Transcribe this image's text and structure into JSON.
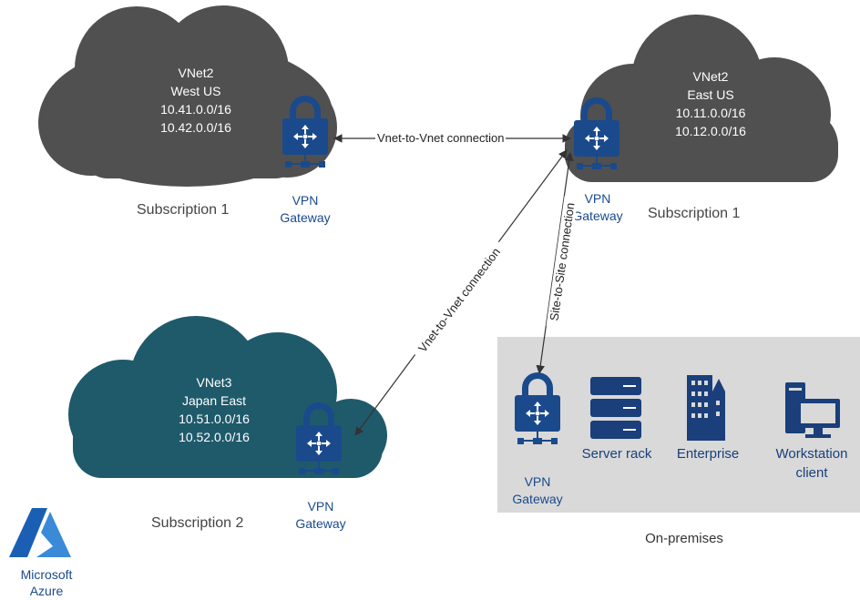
{
  "vnet_west": {
    "name": "VNet2",
    "region": "West US",
    "cidr1": "10.41.0.0/16",
    "cidr2": "10.42.0.0/16",
    "subscription": "Subscription 1"
  },
  "vnet_east": {
    "name": "VNet2",
    "region": "East US",
    "cidr1": "10.11.0.0/16",
    "cidr2": "10.12.0.0/16",
    "subscription": "Subscription 1"
  },
  "vnet_japan": {
    "name": "VNet3",
    "region": "Japan East",
    "cidr1": "10.51.0.0/16",
    "cidr2": "10.52.0.0/16",
    "subscription": "Subscription 2"
  },
  "gateway": {
    "line1": "VPN",
    "line2": "Gateway"
  },
  "connections": {
    "west_east": "Vnet-to-Vnet connection",
    "east_japan": "Vnet-to-Vnet connection",
    "east_onprem": "Site-to-Site connection"
  },
  "onprem": {
    "title": "On-premises",
    "server_rack": "Server rack",
    "enterprise": "Enterprise",
    "workstation_line1": "Workstation",
    "workstation_line2": "client"
  },
  "azure": {
    "line1": "Microsoft",
    "line2": "Azure"
  },
  "colors": {
    "cloud_dark": "#505050",
    "cloud_teal": "#1f5a6b",
    "accent": "#1a4a8c",
    "onprem_bg": "#d9d9d9"
  }
}
